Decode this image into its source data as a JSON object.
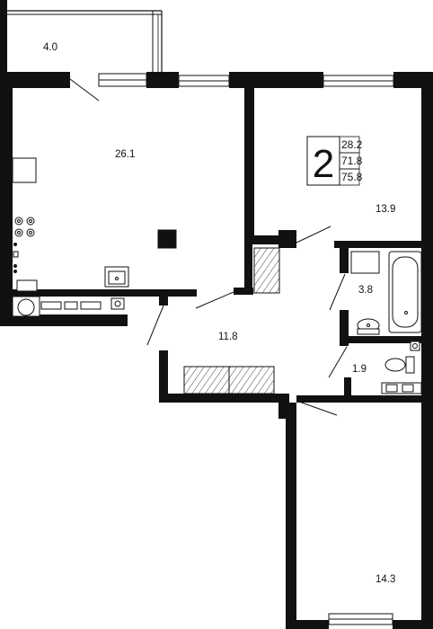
{
  "unit": {
    "rooms_count": "2",
    "living_area": "28.2",
    "total_area": "71.8",
    "total_area_with_balcony": "75.8"
  },
  "rooms": {
    "balcony": "4.0",
    "kitchen_living": "26.1",
    "bedroom_1": "13.9",
    "bathroom": "3.8",
    "hall": "11.8",
    "toilet": "1.9",
    "bedroom_2": "14.3"
  }
}
